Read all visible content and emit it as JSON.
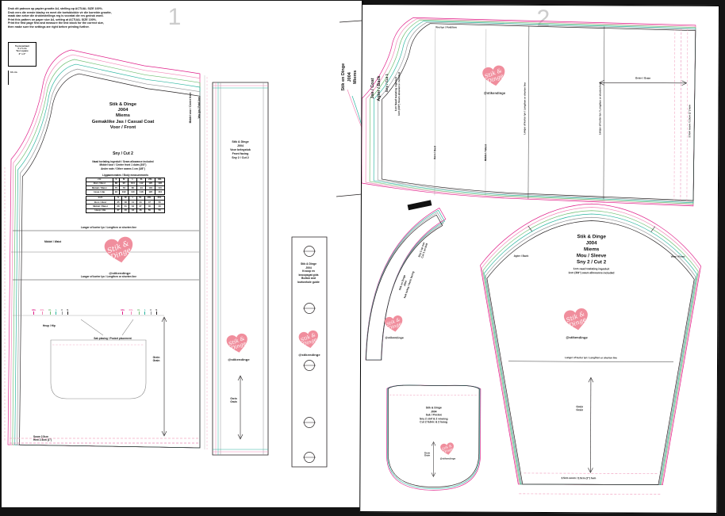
{
  "meta": {
    "page1_number": "1",
    "page2_number": "2"
  },
  "brand": {
    "name_line1": "Stik &",
    "name_line2": "Dinge",
    "handle": "@stikendinge"
  },
  "colors": {
    "size_s_black": "#231f20",
    "size_m_grey": "#939598",
    "size_l_teal": "#2bb5a0",
    "size_xl_green": "#6fbf73",
    "size_2xl_pink": "#f287b7",
    "size_3xl_magenta": "#e0218a",
    "hem_dash_pink": "#f2a7c3",
    "heart_pink": "#f08e9d",
    "page_number_grey": "#cccccc"
  },
  "print_note": {
    "lines": [
      "Druk dit patroon op papier grootte A4, stelling op ACTUAL SIZE 100%.",
      "Druk eers die eerste bladsy en meet die toetsblokkie vir die korrekte grootte,",
      "maak dan seker die drukinstellings reg is voordat die res gedruk word.",
      "Print this pattern on paper size A4, setting at ACTUAL SIZE 100%.",
      "Print the first page first and measure the test block for the correct size,",
      "then make sure the settings are right before printing further."
    ]
  },
  "test_square": {
    "lines": [
      "Toetsvierkant",
      "5 x 5 cm",
      "Test square",
      "2\" x 2\""
    ]
  },
  "scale_label": "10 cm",
  "shared": {
    "lengthen_label": "Langer of korter lyn / Lengthen or shorten line",
    "grain_af": "Grein",
    "grain_en": "Grain"
  },
  "front": {
    "title": [
      "Stik & Dinge",
      "J004",
      "Miems",
      "Gemaklike Jas / Casual Coat",
      "Voor / Front"
    ],
    "cut": "Sny / Cut 2",
    "seam_notes": [
      "Naad toelating ingesluit / Seam allowance included",
      "Middel voor / Centre front 1 duim (3/8\")",
      "Ander nate / Other seams 1 cm (3/8\")"
    ],
    "table_caption": "Liggaamsmates / Body measurements",
    "size_table_cm": {
      "header": [
        "cm",
        "S",
        "M",
        "L",
        "XL",
        "2XL",
        "3XL"
      ],
      "rows": [
        [
          "Bors / Bust",
          "88",
          "96",
          "104",
          "112",
          "120",
          "128"
        ],
        [
          "Middel / Waist",
          "70",
          "78",
          "86",
          "94",
          "102",
          "110"
        ],
        [
          "Heup / Hip",
          "94",
          "102",
          "110",
          "118",
          "126",
          "134"
        ]
      ]
    },
    "size_table_inch": {
      "header": [
        "inch",
        "S",
        "M",
        "L",
        "XL",
        "2XL",
        "3XL"
      ],
      "rows": [
        [
          "Bors / Bust",
          "35",
          "38",
          "41",
          "44",
          "47",
          "50"
        ],
        [
          "Middel / Waist",
          "28",
          "31",
          "34",
          "37",
          "40",
          "43"
        ],
        [
          "Heup / Hip",
          "37",
          "40",
          "43",
          "46",
          "50",
          "53"
        ]
      ]
    },
    "waist_label": "Middel / Waist",
    "hip_label": "Heup / Hip",
    "pocket_label": "Sak plasing / Pocket placement",
    "hem_lines": [
      "Soom 2.5cm",
      "Hem 2.5cm (1\")"
    ],
    "centre_front_label": "Middel voor / Centre front",
    "fold_label": "Vou lyn / Fold line",
    "size_ticks": [
      {
        "label": "3XL",
        "color": "#e0218a"
      },
      {
        "label": "2XL",
        "color": "#f287b7"
      },
      {
        "label": "XL",
        "color": "#6fbf73"
      },
      {
        "label": "L",
        "color": "#2bb5a0"
      },
      {
        "label": "M",
        "color": "#939598"
      },
      {
        "label": "S",
        "color": "#231f20"
      }
    ]
  },
  "facing": {
    "title": [
      "Stik & Dinge",
      "J004",
      "Voor belegstuk",
      "Front facing",
      "Sny 2 / Cut 2"
    ]
  },
  "button_guide": {
    "title": [
      "Stik & Dinge",
      "J004",
      "Knoop en",
      "knoopsgat gids",
      "Button and",
      "buttonhole guide"
    ]
  },
  "back": {
    "title_brand": [
      "Stik en Dinge",
      "J004",
      "Miems"
    ],
    "title_piece": [
      "Jas / Coat",
      "Agter / Back"
    ],
    "cut": "Sny / Cut 1",
    "seam_notes": [
      "1cm Naad toelating ingesluit",
      "1cm (3/8\") Seam allowance included"
    ],
    "bust_label": "Bors / Bust",
    "waist_label": "Middel / Waist",
    "fold_label": "Vou lyn / Fold line",
    "grain_label": "Grein / Grain",
    "hem_label": "2.5cm soom / 2.5cm (1\") hem"
  },
  "neck_facing": {
    "cut_lines": [
      "Sny 1 op vou",
      "Cut 1 on fold"
    ],
    "title": [
      "Stik en Dinge",
      "J004",
      "Nek beleg / Neck facing"
    ]
  },
  "sleeve": {
    "title": [
      "Stik & Dinge",
      "J004",
      "Miems",
      "Mou / Sleeve",
      "Sny 2 / Cut 2"
    ],
    "seam_notes": [
      "1cm naad toelating ingesluit",
      "1cm (3/8\") seam allowance included"
    ],
    "back_label": "Agter / Back",
    "front_label": "Voor / Front",
    "hem_label": "2.5cm soom / 2.5cm (1\") hem"
  },
  "pocket": {
    "title": [
      "Stik & Dinge",
      "J004",
      "Sak / Pocket",
      "Sny 2 stof & 2 voering",
      "Cut 2 fabric & 2 lining"
    ]
  }
}
